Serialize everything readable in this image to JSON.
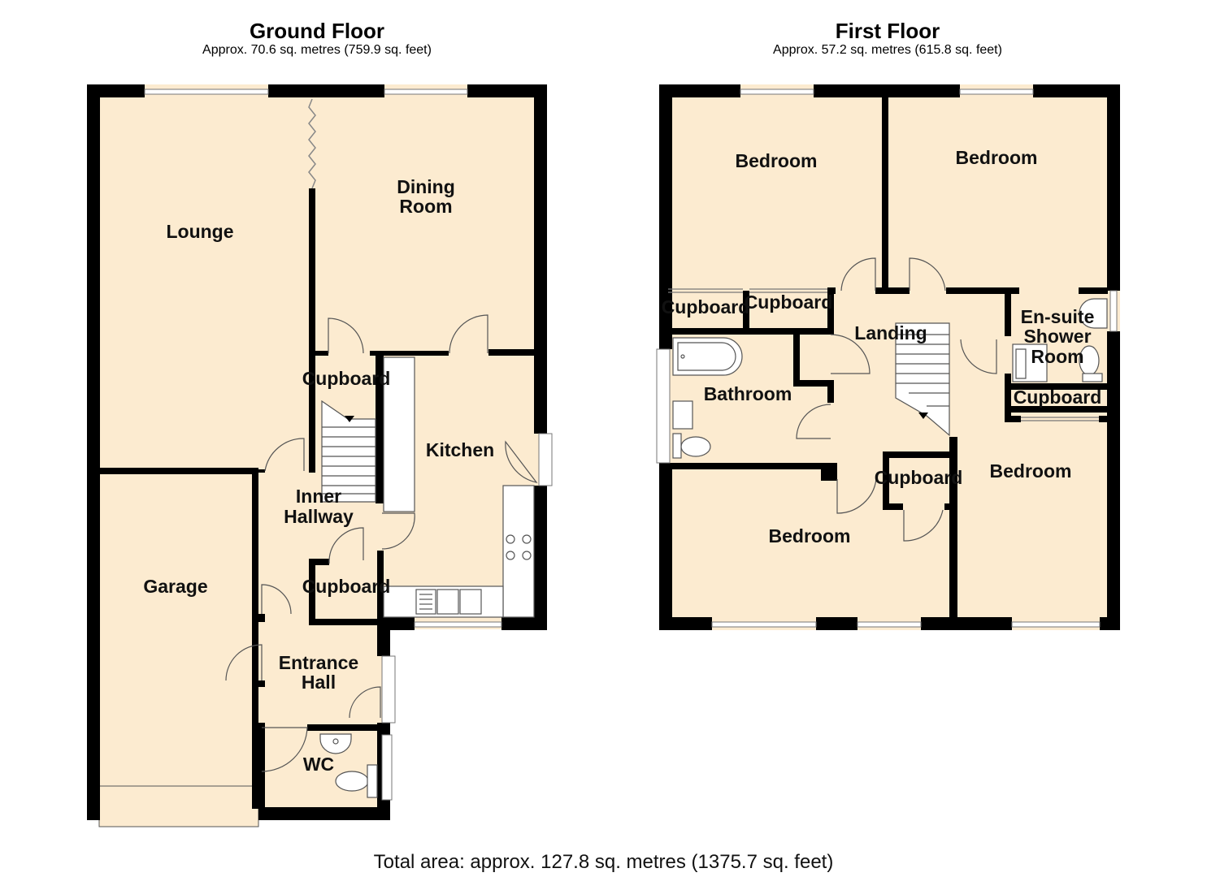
{
  "ground_floor": {
    "title": "Ground Floor",
    "area": "Approx. 70.6 sq. metres (759.9 sq. feet)",
    "rooms": {
      "lounge": "Lounge",
      "dining_1": "Dining",
      "dining_2": "Room",
      "cupboard_upper": "Cupboard",
      "kitchen": "Kitchen",
      "inner_hallway_1": "Inner",
      "inner_hallway_2": "Hallway",
      "garage": "Garage",
      "cupboard_lower": "Cupboard",
      "entrance_hall_1": "Entrance",
      "entrance_hall_2": "Hall",
      "wc": "WC"
    }
  },
  "first_floor": {
    "title": "First Floor",
    "area": "Approx. 57.2 sq. metres (615.8 sq. feet)",
    "rooms": {
      "bedroom_nw": "Bedroom",
      "bedroom_ne": "Bedroom",
      "cupboard_a": "Cupboard",
      "cupboard_b": "Cupboard",
      "landing": "Landing",
      "ensuite_1": "En-suite",
      "ensuite_2": "Shower",
      "ensuite_3": "Room",
      "bathroom": "Bathroom",
      "cupboard_ensuite": "Cupboard",
      "cupboard_landing": "Cupboard",
      "bedroom_e": "Bedroom",
      "bedroom_s": "Bedroom"
    }
  },
  "total_area": "Total area: approx. 127.8 sq. metres (1375.7 sq. feet)",
  "colors": {
    "room_fill": "#fcebd0",
    "wall": "#000000",
    "fixture": "#ffffff"
  }
}
